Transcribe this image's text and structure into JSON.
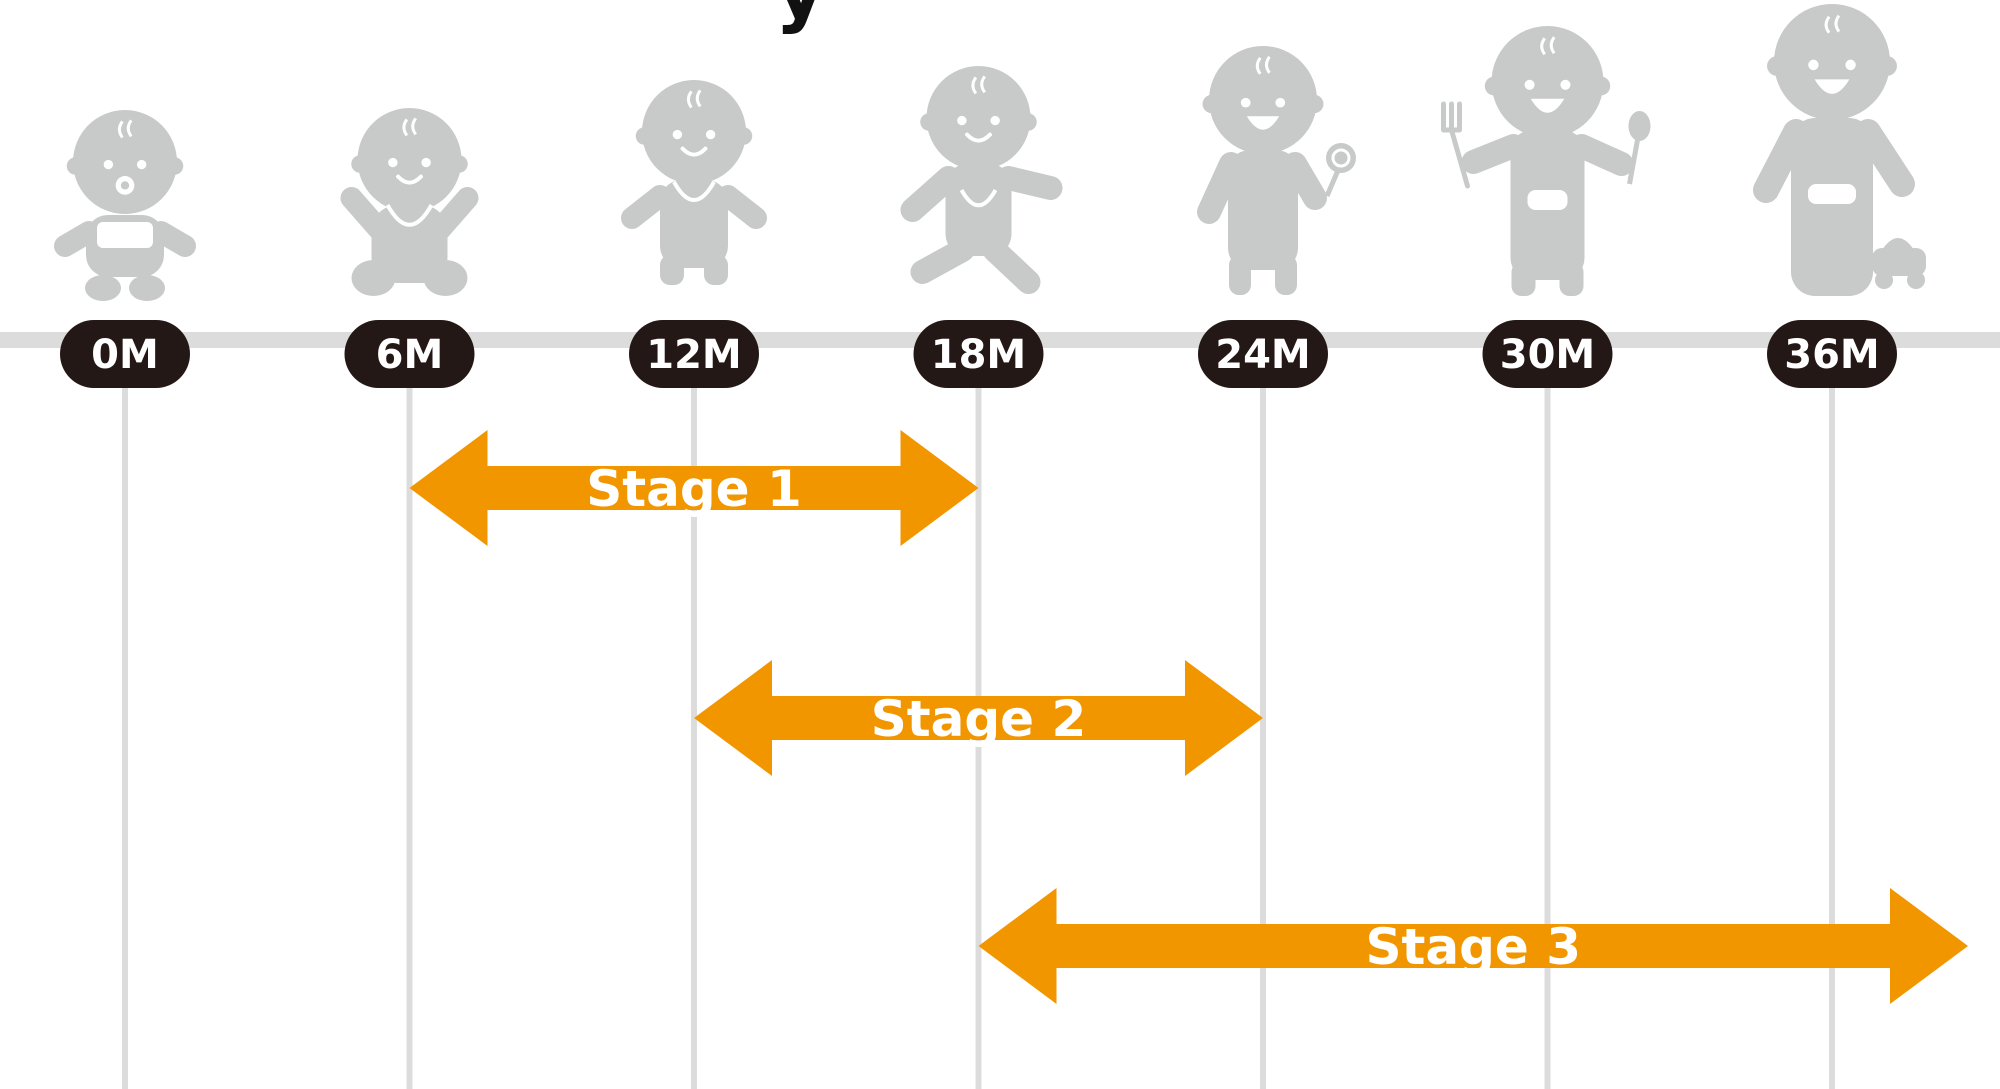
{
  "title_fragment": "y",
  "milestones": [
    {
      "label": "0M",
      "figure": "newborn-baby-icon"
    },
    {
      "label": "6M",
      "figure": "sitting-baby-with-bib-icon"
    },
    {
      "label": "12M",
      "figure": "standing-baby-with-bib-icon"
    },
    {
      "label": "18M",
      "figure": "walking-toddler-icon"
    },
    {
      "label": "24M",
      "figure": "toddler-with-lollipop-icon"
    },
    {
      "label": "30M",
      "figure": "toddler-with-fork-and-spoon-icon"
    },
    {
      "label": "36M",
      "figure": "child-with-toy-car-icon"
    }
  ],
  "stages": [
    {
      "label": "Stage 1",
      "from": "6M",
      "to": "18M"
    },
    {
      "label": "Stage 2",
      "from": "12M",
      "to": "24M"
    },
    {
      "label": "Stage 3",
      "from": "18M",
      "to": "36M"
    }
  ],
  "colors": {
    "figure": "#c8c9c9",
    "timeline": "#dcdcdc",
    "badge": "#231815",
    "badge_text": "#ffffff",
    "arrow": "#f29600",
    "arrow_text": "#ffffff"
  }
}
